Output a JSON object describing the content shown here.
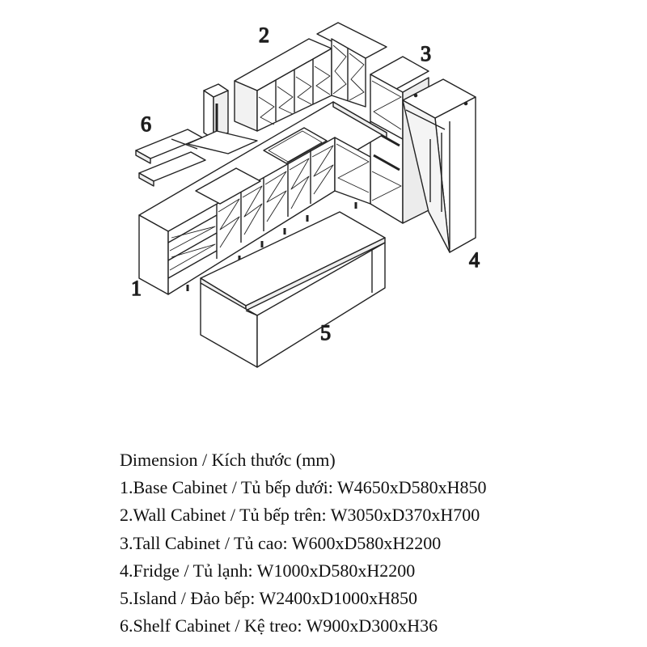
{
  "callouts": [
    "1",
    "2",
    "3",
    "4",
    "5",
    "6"
  ],
  "legend": {
    "title": "Dimension / Kích thước (mm)",
    "items": [
      "1.Base Cabinet / Tủ bếp dưới: W4650xD580xH850",
      "2.Wall Cabinet / Tủ bếp trên: W3050xD370xH700",
      "3.Tall Cabinet / Tủ cao: W600xD580xH2200",
      "4.Fridge / Tủ lạnh: W1000xD580xH2200",
      "5.Island / Đảo bếp: W2400xD1000xH850",
      "6.Shelf Cabinet / Kệ treo: W900xD300xH36"
    ]
  }
}
